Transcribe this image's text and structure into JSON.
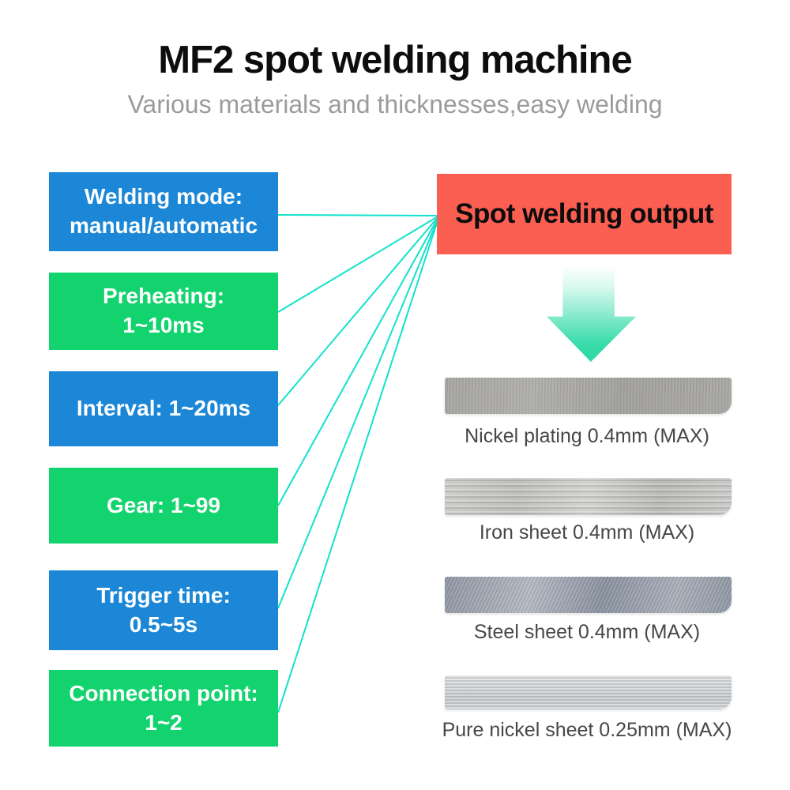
{
  "header": {
    "title": "MF2 spot welding machine",
    "subtitle": "Various materials and thicknesses,easy welding"
  },
  "parameters": [
    {
      "line1": "Welding mode:",
      "line2": "manual/automatic",
      "color": "#1b87d6"
    },
    {
      "line1": "Preheating:",
      "line2": "1~10ms",
      "color": "#13d36e"
    },
    {
      "line1": "Interval: 1~20ms",
      "color": "#1b87d6"
    },
    {
      "line1": "Gear: 1~99",
      "color": "#13d36e"
    },
    {
      "line1": "Trigger time:",
      "line2": "0.5~5s",
      "color": "#1b87d6"
    },
    {
      "line1": "Connection point:",
      "line2": "1~2",
      "color": "#13d36e"
    }
  ],
  "output": {
    "label": "Spot welding output",
    "color": "#fa5f51"
  },
  "materials": [
    {
      "label": "Nickel plating 0.4mm (MAX)"
    },
    {
      "label": "Iron sheet 0.4mm (MAX)"
    },
    {
      "label": "Steel sheet 0.4mm (MAX)"
    },
    {
      "label": "Pure nickel sheet 0.25mm (MAX)"
    }
  ],
  "colors": {
    "blue_box": "#1b87d6",
    "green_box": "#13d36e",
    "output_box": "#fa5f51",
    "connector_line": "#12e2cc",
    "arrow_teal": "#2bd8a3",
    "subtitle_text": "#9b9b9b",
    "material_label_text": "#474747"
  }
}
